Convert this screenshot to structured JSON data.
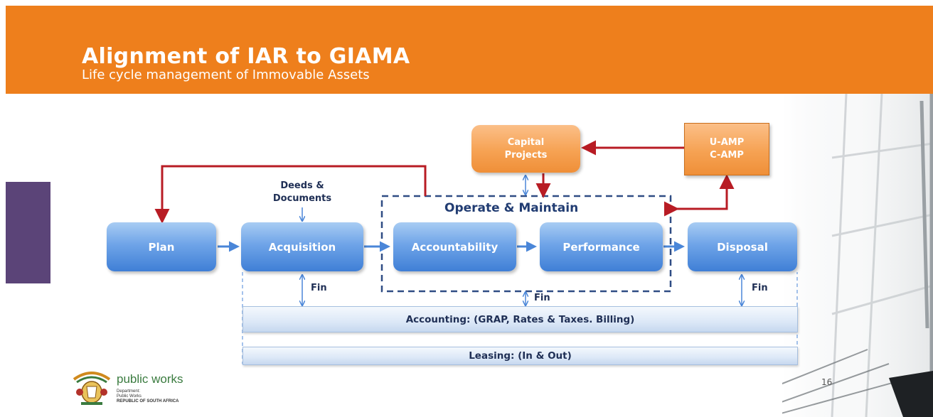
{
  "slide": {
    "title": "Alignment of IAR to GIAMA",
    "subtitle": "Life cycle management of Immovable Assets",
    "page_number": "16"
  },
  "colors": {
    "header": "#ee7f1c",
    "accent_bar": "#5b4478",
    "stage_blue": "#4f8be0",
    "capital_orange": "#f6a253",
    "amp_orange": "#f29a4a",
    "red_arrow": "#b81c24",
    "blue_arrow": "#4a86d8",
    "dashed_border": "#2f4c84"
  },
  "diagram": {
    "stages": {
      "plan": "Plan",
      "acquisition": "Acquisition",
      "accountability": "Accountability",
      "performance": "Performance",
      "disposal": "Disposal"
    },
    "capital_projects": "Capital Projects",
    "amp": "U-AMP C-AMP",
    "deeds": "Deeds & Documents",
    "operate_maintain": "Operate & Maintain",
    "fin": "Fin",
    "accounting": "Accounting: (GRAP, Rates & Taxes. Billing)",
    "leasing": "Leasing: (In & Out)"
  },
  "logo": {
    "name": "public works",
    "line1": "Department:",
    "line2": "Public Works",
    "line3": "REPUBLIC OF SOUTH AFRICA"
  }
}
